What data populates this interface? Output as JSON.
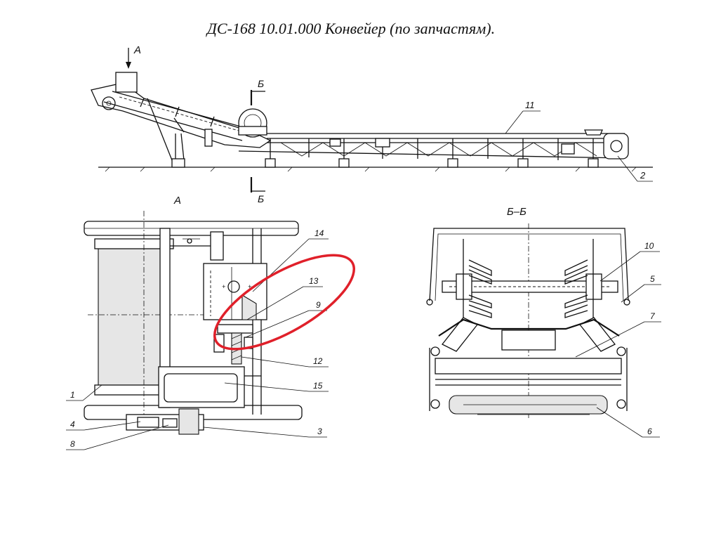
{
  "title": "ДС-168 10.01.000 Конвейер (по запчастям).",
  "views": {
    "side": {
      "view_mark": "А",
      "section_mark_top": "Б",
      "section_mark_bottom": "Б",
      "callouts": {
        "c11": "11",
        "c2": "2"
      }
    },
    "detail_a": {
      "label": "А",
      "callouts": {
        "c14": "14",
        "c13": "13",
        "c9": "9",
        "c12": "12",
        "c15": "15",
        "c1": "1",
        "c4": "4",
        "c8": "8",
        "c3": "3"
      }
    },
    "section_bb": {
      "label": "Б–Б",
      "callouts": {
        "c10": "10",
        "c5": "5",
        "c7": "7",
        "c6": "6"
      }
    }
  },
  "highlight": {
    "color": "#e0202a",
    "shape": "ellipse"
  },
  "colors": {
    "ink": "#111111",
    "background": "#ffffff"
  }
}
